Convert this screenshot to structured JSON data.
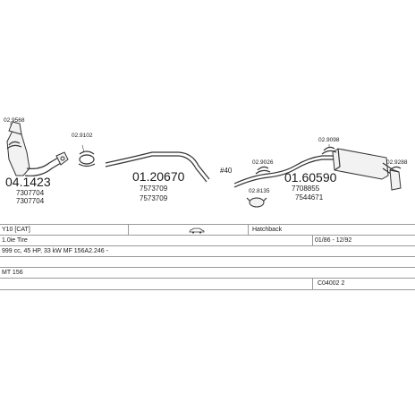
{
  "parts": {
    "catalyst": {
      "main": "04.1423",
      "refs": [
        "7307704",
        "7307704"
      ],
      "clamp": "02.9568"
    },
    "gasket_front": {
      "main": "02.9102"
    },
    "middle_pipe": {
      "main": "01.20670",
      "refs": [
        "7573709",
        "7573709"
      ]
    },
    "connector": {
      "main": "#40"
    },
    "rear_muffler": {
      "main": "01.60590",
      "refs": [
        "7708855",
        "7544671"
      ]
    },
    "rear_clamp_left": {
      "main": "02.9026"
    },
    "rear_mount": {
      "main": "02.8135"
    },
    "rear_clamp_top": {
      "main": "02.9098"
    },
    "rear_clamp_right": {
      "main": "02.9288"
    }
  },
  "table": {
    "row1": {
      "model": "Y10 [CAT]",
      "body": "Hatchback"
    },
    "row2": {
      "engine": "1.0ie Tire",
      "dates": "01/86 - 12/92"
    },
    "row3": {
      "specs": "999 cc, 45 HP, 33 kW MF 156A2.246 -"
    },
    "row4": {
      "note": "MT 156"
    },
    "row5": {
      "code": "C04002 2"
    }
  },
  "icons": {
    "body_type": "car-hatchback-icon"
  }
}
